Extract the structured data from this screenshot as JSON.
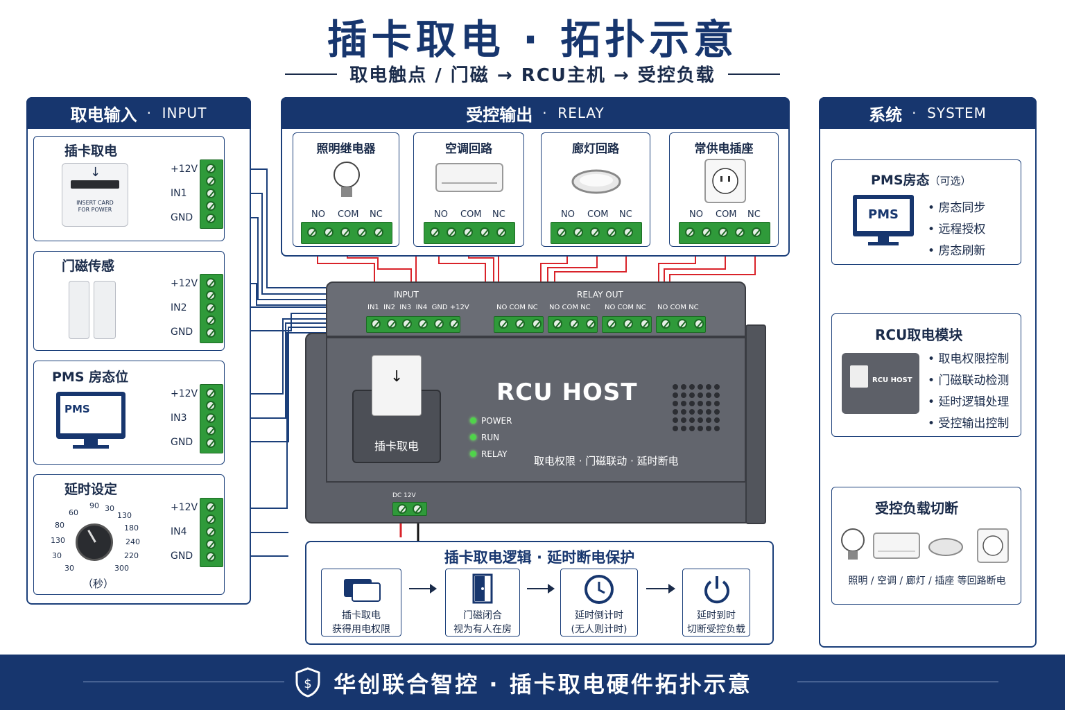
{
  "header": {
    "title": "插卡取电 · 拓扑示意",
    "subtitle": "取电触点 / 门磁 → RCU主机 → 受控负载"
  },
  "input_panel": {
    "title": "取电输入",
    "title_en": "INPUT",
    "cards": [
      {
        "title": "插卡取电",
        "terminals": [
          "+12V",
          "IN1",
          "GND"
        ],
        "device_text_1": "INSERT CARD",
        "device_text_2": "FOR POWER"
      },
      {
        "title": "门磁传感",
        "terminals": [
          "+12V",
          "IN2",
          "GND"
        ]
      },
      {
        "title": "PMS 房态位",
        "terminals": [
          "+12V",
          "IN3",
          "GND"
        ],
        "device_text_1": "PMS"
      },
      {
        "title": "延时设定",
        "terminals": [
          "+12V",
          "IN4",
          "GND"
        ],
        "dial_ticks": [
          "90",
          "30",
          "130",
          "60",
          "180",
          "80",
          "240",
          "130",
          "220",
          "30",
          "300",
          "30"
        ],
        "unit": "（秒）"
      }
    ]
  },
  "relay_panel": {
    "title": "受控输出",
    "title_en": "RELAY",
    "cards": [
      {
        "title": "照明继电器",
        "labels": [
          "NO",
          "COM",
          "NC"
        ]
      },
      {
        "title": "空调回路",
        "labels": [
          "NO",
          "COM",
          "NC"
        ]
      },
      {
        "title": "廊灯回路",
        "labels": [
          "NO",
          "COM",
          "NC"
        ]
      },
      {
        "title": "常供电插座",
        "labels": [
          "NO",
          "COM",
          "NC"
        ]
      }
    ]
  },
  "system_panel": {
    "title": "系统",
    "title_en": "SYSTEM",
    "pms": {
      "title": "PMS房态",
      "note": "（可选）",
      "screen_text": "PMS",
      "bullets": [
        "房态同步",
        "远程授权",
        "房态刷新"
      ]
    },
    "rcu": {
      "title": "RCU取电模块",
      "device_text": "RCU HOST",
      "bullets": [
        "取电权限控制",
        "门磁联动检测",
        "延时逻辑处理",
        "受控输出控制"
      ]
    },
    "load": {
      "title": "受控负载切断",
      "caption": "照明 / 空调 / 廊灯 / 插座 等回路断电"
    }
  },
  "rcu_host": {
    "input_header": "INPUT",
    "input_labels": "IN1  IN2  IN3  IN4  GND +12V",
    "relay_header": "RELAY OUT",
    "relay_labels": [
      "NO COM NC",
      "NO COM NC",
      "NO COM NC",
      "NO COM NC"
    ],
    "name": "RCU HOST",
    "card_slot": "插卡取电",
    "leds": [
      "POWER",
      "RUN",
      "RELAY"
    ],
    "tagline": "取电权限 · 门磁联动 · 延时断电",
    "dc_label": "DC 12V"
  },
  "logic_panel": {
    "title": "插卡取电逻辑 · 延时断电保护",
    "steps": [
      {
        "l1": "插卡取电",
        "l2": "获得用电权限"
      },
      {
        "l1": "门磁闭合",
        "l2": "视为有人在房"
      },
      {
        "l1": "延时倒计时",
        "l2": "(无人则计时)"
      },
      {
        "l1": "延时到时",
        "l2": "切断受控负载"
      }
    ]
  },
  "footer": {
    "text": "华创联合智控 · 插卡取电硬件拓扑示意"
  },
  "colors": {
    "navy": "#17366e",
    "terminal_green": "#2f9a3a",
    "wire_red": "#d9232a",
    "wire_blue": "#1b3f7a",
    "device_gray": "#5d6068"
  }
}
